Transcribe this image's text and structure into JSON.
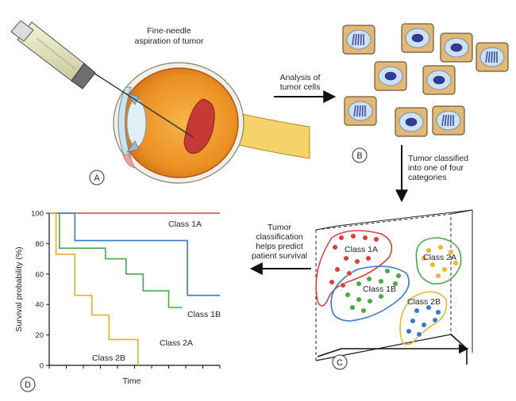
{
  "panels": {
    "a": {
      "letter": "A",
      "caption_line1": "Fine-needle",
      "caption_line2": "aspiration of tumor"
    },
    "b": {
      "letter": "B",
      "arrow_label_line1": "Analysis of",
      "arrow_label_line2": "tumor cells"
    },
    "c": {
      "letter": "C",
      "arrow_label_line1": "Tumor classified",
      "arrow_label_line2": "into one of four",
      "arrow_label_line3": "categories",
      "clusters": [
        {
          "name": "Class 1A",
          "color": "#d8413a"
        },
        {
          "name": "Class 2A",
          "color": "#4aa84a"
        },
        {
          "name": "Class 1B",
          "color": "#3a78c8"
        },
        {
          "name": "Class 2B",
          "color": "#e8b832"
        }
      ]
    },
    "d": {
      "letter": "D",
      "arrow_label_line1": "Tumor",
      "arrow_label_line2": "classification",
      "arrow_label_line3": "helps predict",
      "arrow_label_line4": "patient survival"
    }
  },
  "chart_data": {
    "type": "line",
    "xlabel": "Time",
    "ylabel": "Survival probability (%)",
    "ylim": [
      0,
      100
    ],
    "xlim": [
      0,
      10
    ],
    "yticks": [
      0,
      20,
      40,
      60,
      80,
      100
    ],
    "grid": false,
    "series": [
      {
        "name": "Class 1A",
        "color": "#d0463c",
        "x": [
          0,
          10
        ],
        "y": [
          100,
          100
        ]
      },
      {
        "name": "Class 1B",
        "color": "#3a78c8",
        "x": [
          0,
          1.5,
          1.5,
          8.1,
          8.1,
          10
        ],
        "y": [
          100,
          100,
          82,
          82,
          46,
          46
        ]
      },
      {
        "name": "Class 2A",
        "color": "#4aa84a",
        "x": [
          0,
          0.6,
          0.6,
          3.3,
          3.3,
          4.5,
          4.5,
          5.5,
          5.5,
          7.0,
          7.0,
          7.8
        ],
        "y": [
          100,
          100,
          77,
          77,
          70,
          70,
          60,
          60,
          49,
          49,
          38,
          38
        ]
      },
      {
        "name": "Class 2B",
        "color": "#e0b02a",
        "x": [
          0,
          0.4,
          0.4,
          1.5,
          1.5,
          2.5,
          2.5,
          3.5,
          3.5,
          5.2,
          5.2
        ],
        "y": [
          100,
          100,
          73,
          73,
          46,
          46,
          33,
          33,
          17,
          17,
          0
        ]
      }
    ],
    "annotations": [
      "Class 1A",
      "Class 1B",
      "Class 2A",
      "Class 2B"
    ]
  }
}
